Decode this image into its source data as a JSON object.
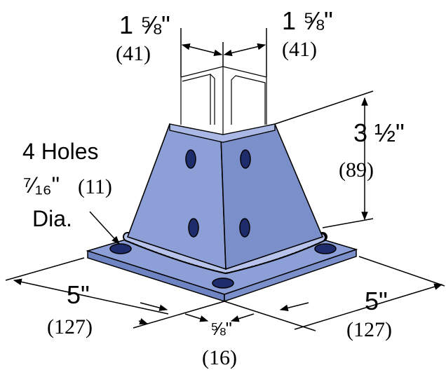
{
  "labels": {
    "left_width_in": "1 ⅝\"",
    "left_width_mm": "(41)",
    "right_width_in": "1 ⅝\"",
    "right_width_mm": "(41)",
    "height_in": "3 ½\"",
    "height_mm": "(89)",
    "holes_line1": "4 Holes",
    "holes_line2_in": "⁷⁄₁₆\"",
    "holes_line2_mm": "(11)",
    "holes_line3": "Dia.",
    "base_left_in": "5\"",
    "base_left_mm": "(127)",
    "base_right_in": "5\"",
    "base_right_mm": "(127)",
    "thickness_in": "⅝\"",
    "thickness_mm": "(16)"
  },
  "colors": {
    "steel": "#8c9fd6",
    "steel_dark": "#6f84c2",
    "steel_light": "#a9b8e4",
    "outline": "#000000",
    "hole_fill": "#1f2c6b"
  }
}
